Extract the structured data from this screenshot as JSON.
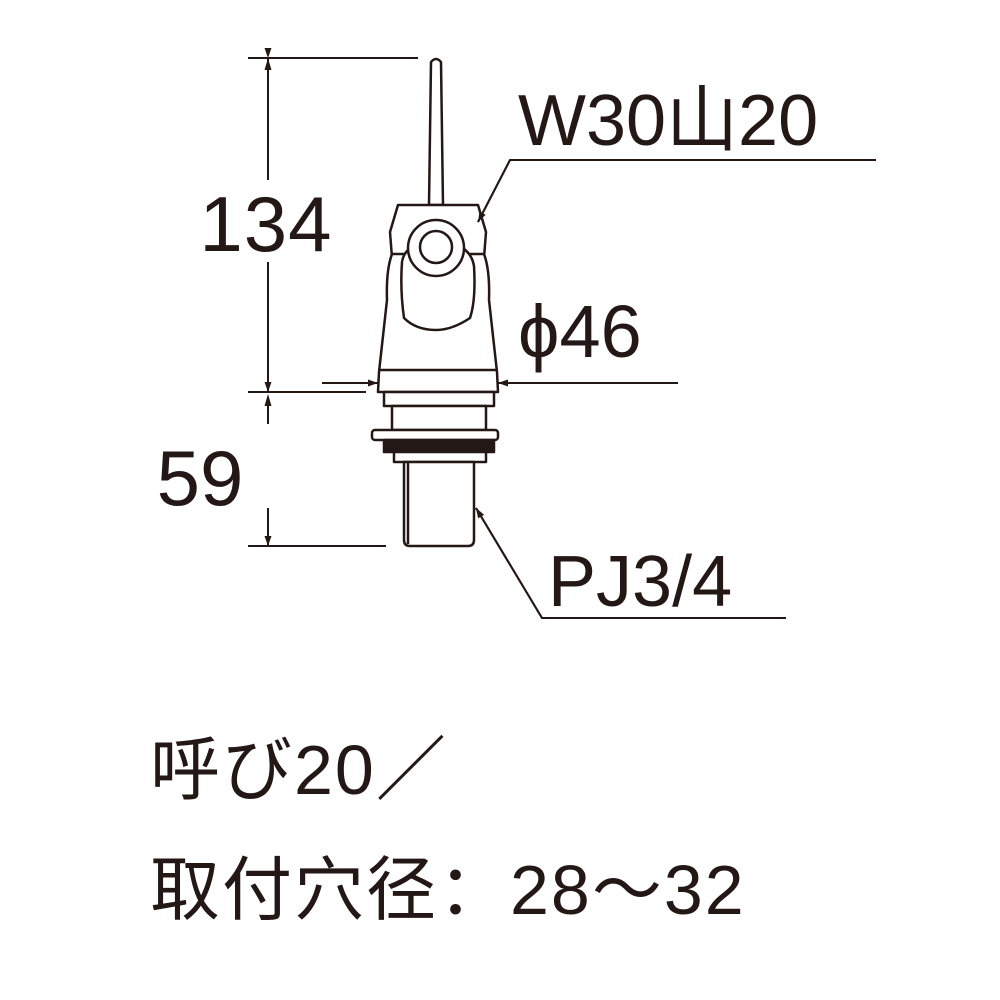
{
  "dimensions": {
    "total_height": "134",
    "base_height": "59",
    "diameter": "ϕ46",
    "handle_thread": "W30山20",
    "pipe_thread": "PJ3/4"
  },
  "notes": {
    "nominal_size": "呼び20／",
    "mounting_hole": "取付穴径：28～32"
  },
  "colors": {
    "line": "#231815",
    "background": "#ffffff"
  }
}
